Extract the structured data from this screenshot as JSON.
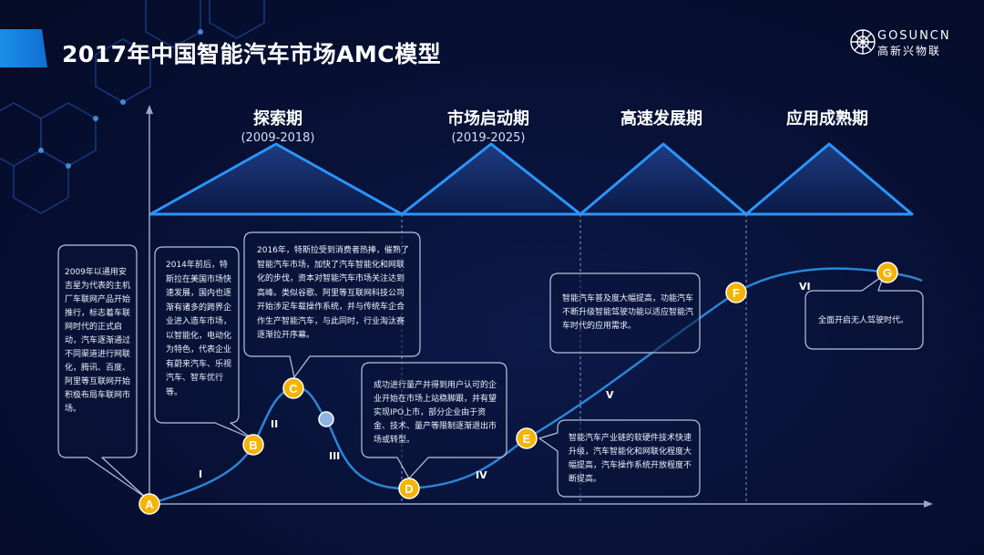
{
  "title": "2017年中国智能汽车市场AMC模型",
  "logo": {
    "brand": "GOSUNCN",
    "brand_cn": "高新兴物联",
    "icon": "network-sphere-icon"
  },
  "phases": [
    {
      "name": "探索期",
      "years": "(2009-2018)"
    },
    {
      "name": "市场启动期",
      "years": "(2019-2025)"
    },
    {
      "name": "高速发展期",
      "years": ""
    },
    {
      "name": "应用成熟期",
      "years": ""
    }
  ],
  "points": [
    "A",
    "B",
    "C",
    "D",
    "E",
    "F",
    "G"
  ],
  "stages": [
    "I",
    "II",
    "III",
    "IV",
    "V",
    "VI"
  ],
  "notes": {
    "a": "2009年以通用安吉星为代表的主机厂车联网产品开始推行，标志着车联网时代的正式启动，汽车逐渐通过不同渠道进行网联化，腾讯、百度、阿里等互联网开始积极布局车联网市场。",
    "b": "2014年前后，特斯拉在美国市场快速发展，国内也逐渐有诸多的跨界企业进入造车市场，以智能化，电动化为特色，代表企业有蔚来汽车、乐视汽车、智车优行等。",
    "c": "2016年，特斯拉受到消费者热捧，催熟了智能汽车市场，加快了汽车智能化和网联化的步伐，资本对智能汽车市场关注达到高峰。类似谷歌、阿里等互联网科技公司开始涉足车载操作系统，并与传统车企合作生产智能汽车，与此同时，行业淘汰赛逐渐拉开序幕。",
    "d": "成功进行量产并得到用户认可的企业开始在市场上站稳脚跟，并有望实现IPO上市，部分企业由于资金、技术、量产等限制逐渐退出市场或转型。",
    "e": "智能汽车产业链的软硬件技术快速升级，汽车智能化和网联化程度大幅提高，汽车操作系统开放程度不断提高。",
    "f": "智能汽车普及度大幅提高，功能汽车不断升级智能驾驶功能以适应智能汽车时代的应用需求。",
    "g": "全面开启无人驾驶时代。"
  },
  "colors": {
    "accent": "#1e90ff",
    "curve": "#2a86d6",
    "point": "#f5b400",
    "point_ring": "#ffffff",
    "box_border": "#b9c4dc"
  }
}
